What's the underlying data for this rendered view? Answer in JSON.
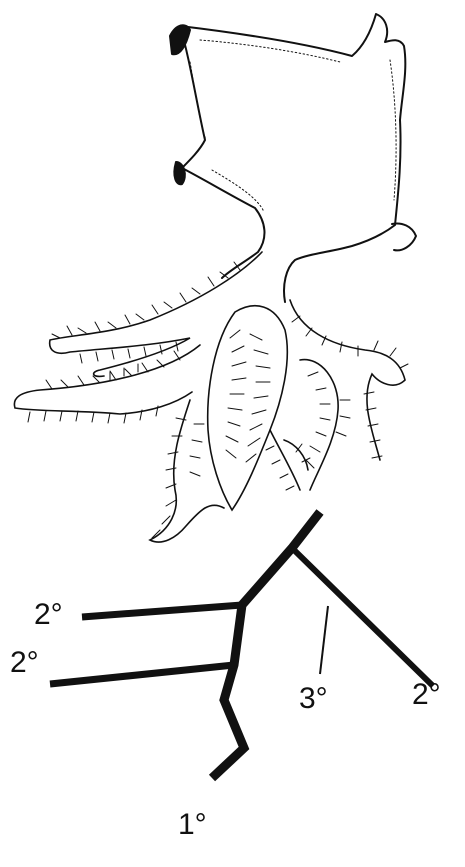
{
  "diagram": {
    "labels": {
      "primary": "1°",
      "secondary_upper": "2°",
      "secondary_lower": "2°",
      "secondary_right": "2°",
      "tertiary": "3°"
    },
    "colors": {
      "ink": "#111111",
      "background": "#ffffff"
    }
  }
}
